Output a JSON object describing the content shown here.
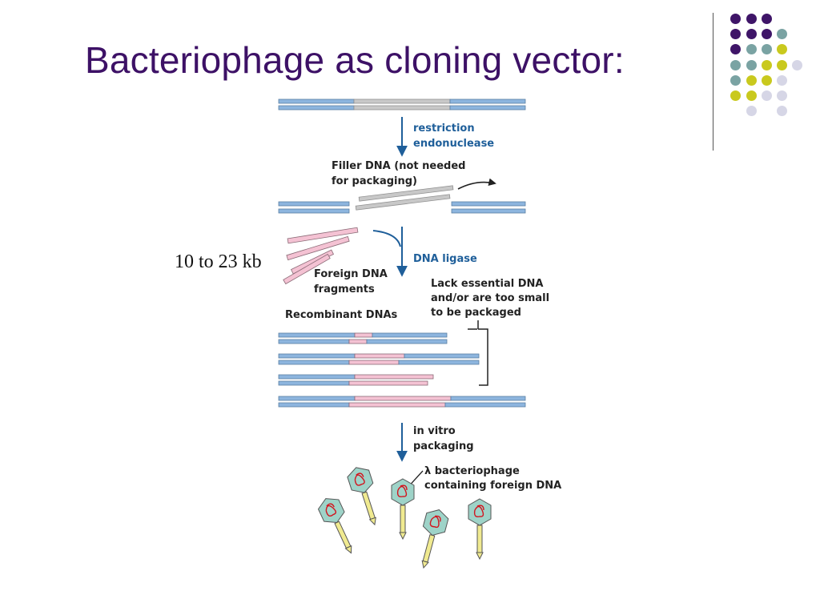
{
  "slide": {
    "title": "Bacteriophage as cloning vector:"
  },
  "decoration": {
    "dot_colors": {
      "purple": "#3f1568",
      "teal": "#7aa3a3",
      "yellow": "#c9c91e",
      "lavender": "#d6d6e6"
    }
  },
  "diagram": {
    "step1_enzyme": [
      "restriction",
      "endonuclease"
    ],
    "filler_dna_label": [
      "Filler DNA (not needed",
      "for packaging)"
    ],
    "size_label": "10 to 23 kb",
    "step2_enzyme": "DNA ligase",
    "foreign_fragments_label": [
      "Foreign DNA",
      "fragments"
    ],
    "lack_dna_label": [
      "Lack essential DNA",
      "and/or are too small",
      "to be packaged"
    ],
    "recombinant_label": "Recombinant DNAs",
    "step3_process": [
      "in vitro",
      "packaging"
    ],
    "phage_label": [
      "λ bacteriophage",
      "containing foreign DNA"
    ],
    "colors": {
      "vector_dna": "#8db5de",
      "filler_dna": "#c8c8c8",
      "foreign_dna": "#f4c2d3",
      "arrow": "#1f5f9a",
      "phage_head": "#9ed3c8",
      "phage_tail": "#f0ea90"
    }
  }
}
